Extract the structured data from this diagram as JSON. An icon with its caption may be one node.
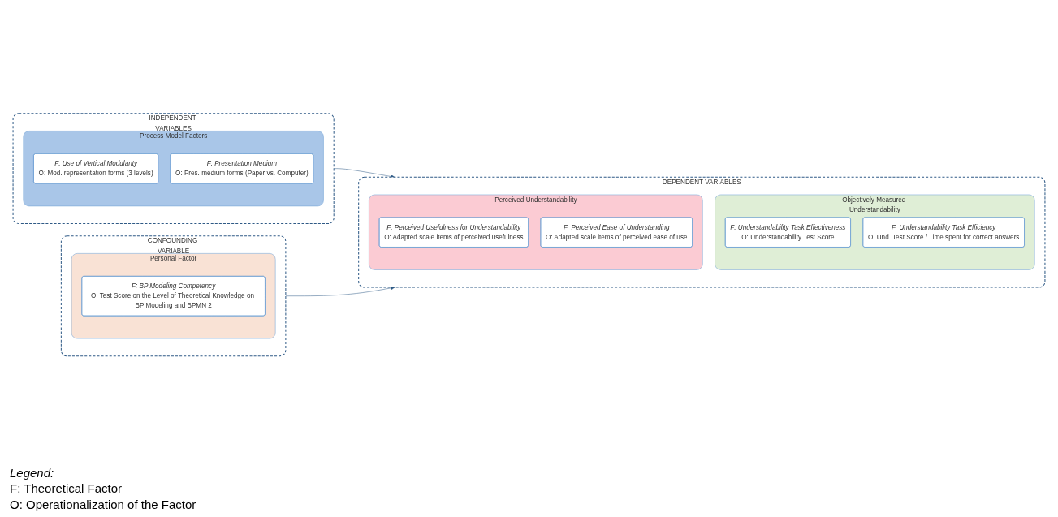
{
  "diagram": {
    "nodes": [
      {
        "text": [
          "INDEPENDENT VARIABLES"
        ]
      },
      {
        "text": [
          "Process Model Factors"
        ],
        "in": 0
      },
      {
        "text": [
          "F: Use of Vertical Modularity",
          "O: Mod. representation forms (3 levels)"
        ],
        "in": 1
      },
      {
        "text": [
          "F: Presentation Medium",
          "O: Pres. medium forms (Paper vs. Computer)"
        ],
        "in": 1
      },
      {
        "text": [
          "CONFOUNDING VARIABLE"
        ]
      },
      {
        "text": [
          "Personal Factor"
        ],
        "in": 4
      },
      {
        "text": [
          "F: BP Modeling Competency",
          "O: Test Score on the Level of Theoretical Knowledge on BP Modeling and BPMN 2"
        ],
        "in": 5
      },
      {
        "text": [
          "DEPENDENT VARIABLES"
        ]
      },
      {
        "text": [
          "Objectively Measured Understandability"
        ],
        "in": 7
      },
      {
        "text": [
          "F: Understandability Task Effectiveness",
          "O: Understandability Test Score"
        ],
        "in": 8
      },
      {
        "text": [
          "F: Understandability Task Efficiency",
          "O: Und. Test Score / Time spent for correct answers"
        ],
        "in": 8
      },
      {
        "text": [
          "Perceived Understandability"
        ],
        "in": 7
      },
      {
        "text": [
          "F: Perceived Usefulness for Understandability",
          "O: Adapted scale items of perceived usefulness"
        ],
        "in": 11
      },
      {
        "text": [
          "F: Perceived Ease of Understanding",
          "O: Adapted scale items of perceived ease of use"
        ],
        "in": 11
      }
    ],
    "edges": [
      {
        "from": 0,
        "to": 7,
        "arrow": "to"
      },
      {
        "from": 4,
        "to": 7,
        "arrow": "to"
      }
    ],
    "labels": [
      "Legend:",
      "F: Theoretical Factor",
      "O: Operationalization of the Factor"
    ]
  }
}
